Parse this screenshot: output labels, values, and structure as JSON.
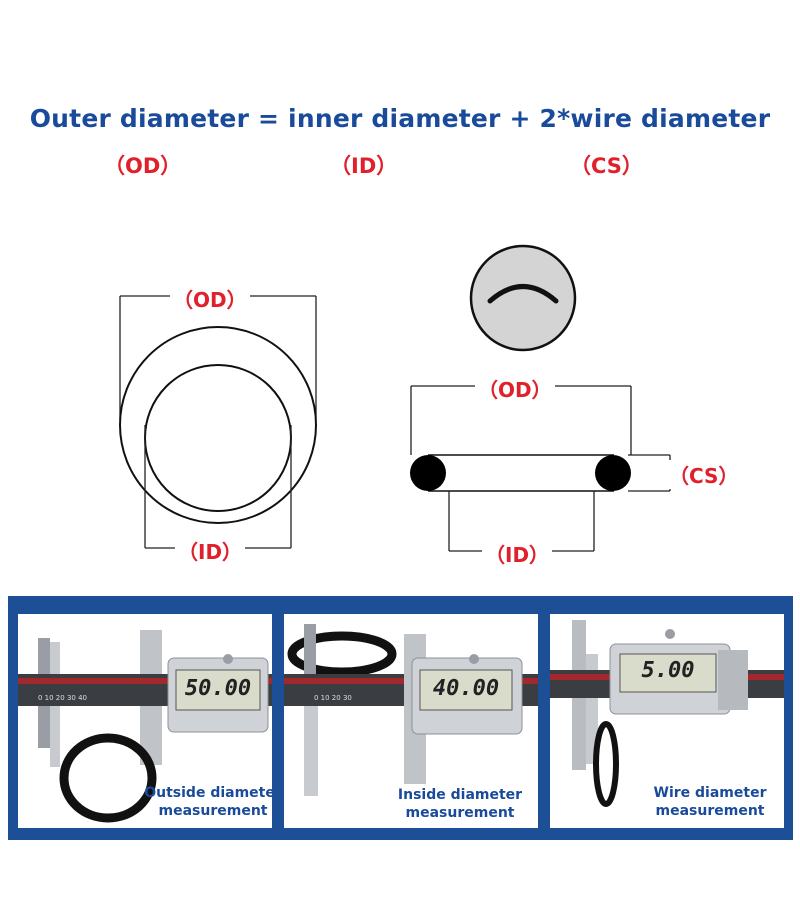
{
  "formula": "Outer diameter = inner diameter + 2*wire diameter",
  "abbr": {
    "od": "（OD）",
    "id": "（ID）",
    "cs": "（CS）"
  },
  "labels": {
    "front_od": "（OD）",
    "front_id": "（ID）",
    "side_od": "（OD）",
    "side_id": "（ID）",
    "side_cs": "（CS）"
  },
  "photos": [
    {
      "reading": "50.00",
      "caption_line1": "Outside diameter",
      "caption_line2": "measurement"
    },
    {
      "reading": "40.00",
      "caption_line1": "Inside diameter",
      "caption_line2": "measurement"
    },
    {
      "reading": "5.00",
      "caption_line1": "Wire diameter",
      "caption_line2": "measurement"
    }
  ],
  "colors": {
    "title_blue": "#1a4b9b",
    "label_red": "#e0202a",
    "panel_blue": "#1d4f96"
  }
}
